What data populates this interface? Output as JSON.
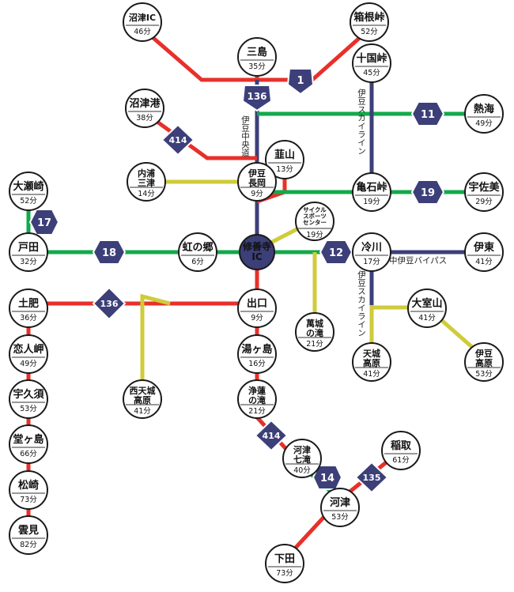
{
  "colors": {
    "red": "#e8302a",
    "green": "#12a94a",
    "yellow": "#cfcb3b",
    "navy": "#3c3f78",
    "ring": "#1a1a1a"
  },
  "stations": {
    "numazu_ic": {
      "name": "沼津IC",
      "time": "46分"
    },
    "hakone_toge": {
      "name": "箱根峠",
      "time": "52分"
    },
    "mishima": {
      "name": "三島",
      "time": "35分"
    },
    "jikkoku_toge": {
      "name": "十国峠",
      "time": "45分"
    },
    "numazu_ko": {
      "name": "沼津港",
      "time": "38分"
    },
    "atami": {
      "name": "熱海",
      "time": "49分"
    },
    "nirayama": {
      "name": "韮山",
      "time": "13分"
    },
    "uchiura": {
      "name": "内浦\n三津",
      "time": "14分"
    },
    "izu_nagaoka": {
      "name": "伊豆\n長岡",
      "time": "9分"
    },
    "kameishi_toge": {
      "name": "亀石峠",
      "time": "19分"
    },
    "usami": {
      "name": "宇佐美",
      "time": "29分"
    },
    "osezaki": {
      "name": "大瀬崎",
      "time": "52分"
    },
    "cycle_center": {
      "name": "サイクル\nスポーツ\nセンター",
      "time": "19分"
    },
    "heda": {
      "name": "戸田",
      "time": "32分"
    },
    "nijinosato": {
      "name": "虹の郷",
      "time": "6分"
    },
    "shuzenji": {
      "name": "修善寺\nIC",
      "time": ""
    },
    "hiekawa": {
      "name": "冷川",
      "time": "17分"
    },
    "ito": {
      "name": "伊東",
      "time": "41分"
    },
    "toi": {
      "name": "土肥",
      "time": "36分"
    },
    "deguchi": {
      "name": "出口",
      "time": "9分"
    },
    "omuroyama": {
      "name": "大室山",
      "time": "41分"
    },
    "manjo_taki": {
      "name": "萬城\nの滝",
      "time": "21分"
    },
    "koibito_misaki": {
      "name": "恋人岬",
      "time": "49分"
    },
    "yugashima": {
      "name": "湯ヶ島",
      "time": "16分"
    },
    "amagi_kogen": {
      "name": "天城\n高原",
      "time": "41分"
    },
    "izu_kogen": {
      "name": "伊豆\n高原",
      "time": "53分"
    },
    "nishi_amagi": {
      "name": "西天城\n高原",
      "time": "41分"
    },
    "jorennotaki": {
      "name": "浄蓮\nの滝",
      "time": "21分"
    },
    "ugusu": {
      "name": "宇久須",
      "time": "53分"
    },
    "dogashima": {
      "name": "堂ヶ島",
      "time": "66分"
    },
    "kawazu_nanadaru": {
      "name": "河津\n七滝",
      "time": "40分"
    },
    "inatori": {
      "name": "稲取",
      "time": "61分"
    },
    "matsuzaki": {
      "name": "松崎",
      "time": "73分"
    },
    "kawazu": {
      "name": "河津",
      "time": "53分"
    },
    "kumomi": {
      "name": "雲見",
      "time": "82分"
    },
    "shimoda": {
      "name": "下田",
      "time": "73分"
    }
  },
  "routes": {
    "r1": "1",
    "r136_north": "136",
    "r414_north": "414",
    "r11": "11",
    "r19": "19",
    "r17": "17",
    "r18": "18",
    "r12": "12",
    "r136_west": "136",
    "r414_south": "414",
    "r14": "14",
    "r135": "135"
  },
  "labels": {
    "izu_chuodo": "伊豆中央道",
    "izu_skyline_north": "伊豆スカイライン",
    "izu_skyline_south": "伊豆スカイライン",
    "naka_izu_bypass": "中伊豆バイパス"
  }
}
